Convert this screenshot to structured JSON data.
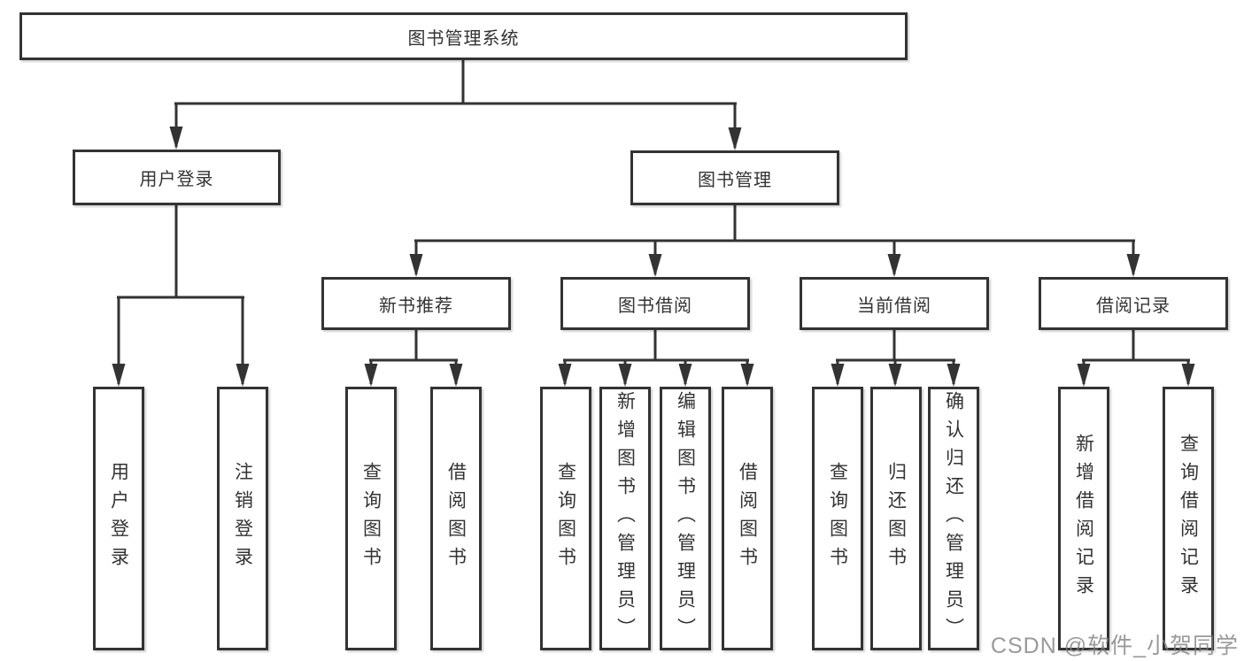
{
  "diagram": {
    "title": "图书管理系统",
    "root": {
      "label": "图书管理系统",
      "children": [
        {
          "label": "用户登录",
          "children": [
            {
              "label": "用户登录"
            },
            {
              "label": "注销登录"
            }
          ]
        },
        {
          "label": "图书管理",
          "children": [
            {
              "label": "新书推荐",
              "children": [
                {
                  "label": "查询图书"
                },
                {
                  "label": "借阅图书"
                }
              ]
            },
            {
              "label": "图书借阅",
              "children": [
                {
                  "label": "查询图书"
                },
                {
                  "label": "新增图书（管理员）"
                },
                {
                  "label": "编辑图书（管理员）"
                },
                {
                  "label": "借阅图书"
                }
              ]
            },
            {
              "label": "当前借阅",
              "children": [
                {
                  "label": "查询图书"
                },
                {
                  "label": "归还图书"
                },
                {
                  "label": "确认归还（管理员）"
                }
              ]
            },
            {
              "label": "借阅记录",
              "children": [
                {
                  "label": "新增借阅记录"
                },
                {
                  "label": "查询借阅记录"
                }
              ]
            }
          ]
        }
      ]
    },
    "colors": {
      "line": "#333333",
      "box_border": "#333333",
      "text": "#333333",
      "background": "#ffffff",
      "watermark": "#7d7d7d"
    }
  },
  "watermark": {
    "text": "CSDN @软件_小贺同学"
  }
}
